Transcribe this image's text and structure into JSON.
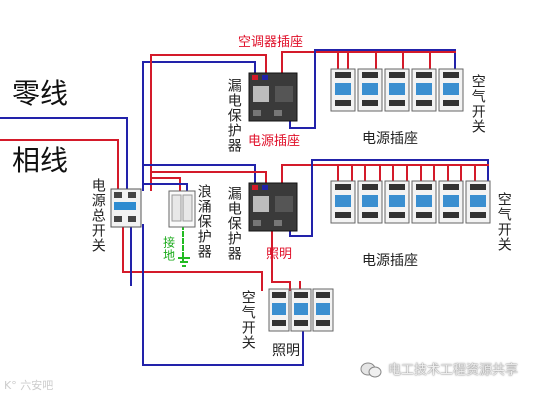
{
  "labels": {
    "zero_line": "零线",
    "phase_line": "相线",
    "main_switch": "电源总开关",
    "surge": "浪涌保护器",
    "ground": "接地",
    "leak1": "漏电保护器",
    "leak2": "漏电保护器",
    "ac_socket": "空调器插座",
    "power_socket_red": "电源插座",
    "lighting_red": "照明",
    "socket_label_1": "电源插座",
    "socket_label_2": "电源插座",
    "air_switch_1": "空气开关",
    "air_switch_2": "空气开关",
    "air_switch_3": "空气开关",
    "lighting_bottom": "照明",
    "watermark_right": "电工技术工程资源共享",
    "watermark_left": "K° 六安吧"
  },
  "colors": {
    "neutral_wire": "#2222aa",
    "live_wire": "#d41a2a",
    "ground_wire": "#22bb22",
    "label_red": "#e0102a"
  }
}
